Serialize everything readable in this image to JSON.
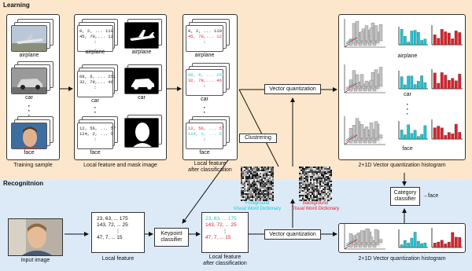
{
  "learning_title": "Learning",
  "recognition_title": "Recognitnion",
  "col_labels": {
    "training": "Training sample",
    "local_mask": "Local feature and mask image",
    "lf_after_1": "Local feature",
    "lf_after_2": "after classification",
    "histogram": "2+1D Vector quantization histogram"
  },
  "classes": [
    "airplane",
    "car",
    "face"
  ],
  "vectors": {
    "airplane": [
      "0, 2, ... 110",
      "45, 70,... 12"
    ],
    "car": [
      "68, 6, ... 251",
      "32, 79,... 46"
    ],
    "face": [
      "12, 56, ... 57",
      "124, 2, ... 5"
    ]
  },
  "boxes": {
    "vector_quantization": "Vector quantization",
    "clustering": "Clustrering",
    "keypoint_1": "Keypoint",
    "keypoint_2": "classifier",
    "category_1": "Category",
    "category_2": "classifier",
    "result": "→face"
  },
  "dictionary": {
    "fg_1": "Foreground",
    "fg_2": "Visual Word Dictionary",
    "bg_1": "Background",
    "bg_2": "Visual Word Dictionary"
  },
  "recognition": {
    "input_label": "Input image",
    "local_feature_label": "Local feature",
    "after_label_1": "Local feature",
    "after_label_2": "after classification",
    "hist_label": "2+1D Vector quantization histogram",
    "lf_rows": [
      "23, 63, ... 175",
      "143, 72, ... 25",
      "47, 7, ... 15"
    ],
    "lfa_rows": [
      "23, 63, ... 175",
      "143, 72, ... 25",
      "47, 7, ... 15"
    ]
  },
  "colors": {
    "learning_bg": "#fde7cc",
    "recognition_bg": "#dceaf8",
    "foreground": "#18c8d6",
    "background": "#e0202a"
  },
  "icons": [
    "airplane-photo",
    "car-photo",
    "face-photo",
    "airplane-mask",
    "car-mask",
    "face-mask",
    "histogram-3d",
    "histogram-cyan",
    "histogram-red",
    "noise-texture"
  ]
}
